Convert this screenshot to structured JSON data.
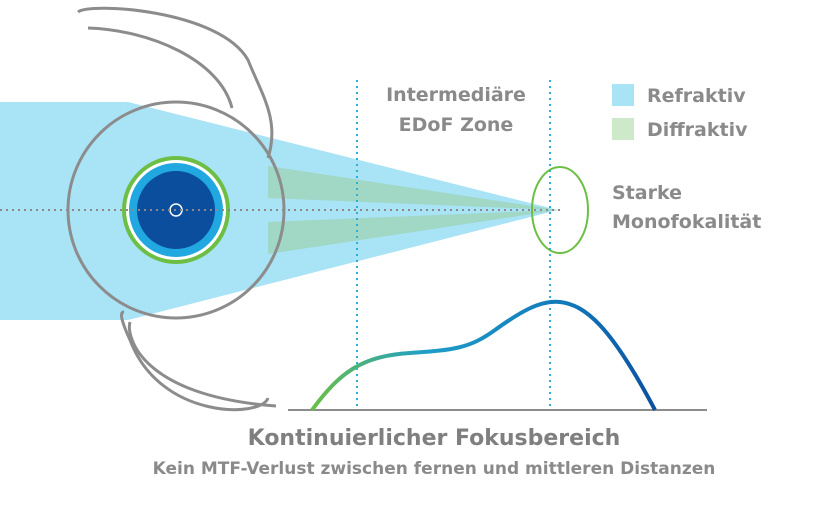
{
  "labels": {
    "zone_line1": "Intermediäre",
    "zone_line2": "EDoF Zone",
    "focus_line1": "Starke",
    "focus_line2": "Monofokalität",
    "title": "Kontinuierlicher Fokusbereich",
    "subtitle": "Kein MTF-Verlust zwischen fernen und mittleren Distanzen"
  },
  "legend": [
    {
      "label": "Refraktiv",
      "color": "#a9e3f6"
    },
    {
      "label": "Diffraktiv",
      "color": "#cde9c9"
    }
  ],
  "colors": {
    "refractive_beam": "#a9e3f6",
    "diffractive_beam": "#9ed6c0",
    "lens_outline": "#8c8c8c",
    "optic_core": "#0b4e9e",
    "optic_ring_blue": "#22a8e0",
    "optic_ring_green": "#6cbf44",
    "dotted_line": "#2bb0dc",
    "curve_start": "#6cbf44",
    "curve_mid": "#1f9ec9",
    "curve_end": "#0b4e9e",
    "focus_ellipse": "#6cbf44"
  }
}
